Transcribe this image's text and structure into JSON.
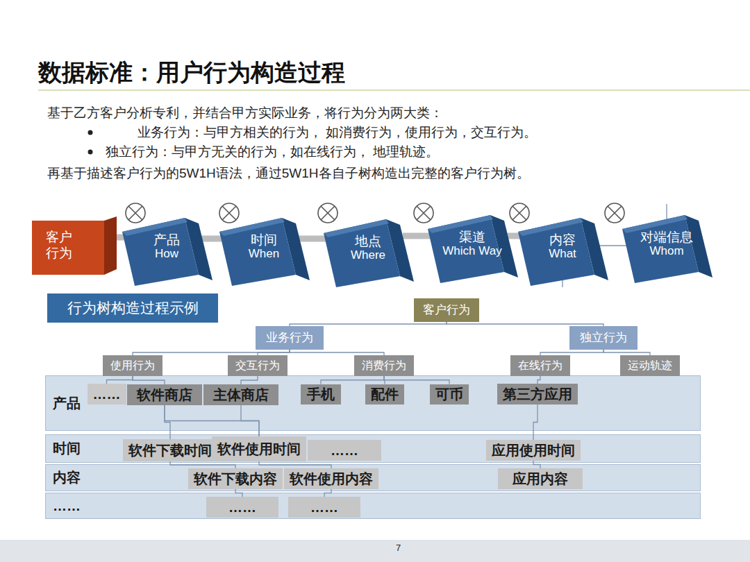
{
  "diagram": {
    "title": "数据标准：用户行为构造过程",
    "nodes": [
      {
        "text": [
          "客户行为"
        ]
      },
      {
        "text": [
          "产品",
          "How"
        ]
      },
      {
        "text": [
          "时间",
          "When"
        ]
      },
      {
        "text": [
          "地点",
          "Where"
        ]
      },
      {
        "text": [
          "渠道",
          "Which Way"
        ]
      },
      {
        "text": [
          "内容",
          "What"
        ]
      },
      {
        "text": [
          "对端信息",
          "Whom"
        ]
      },
      {
        "text": [
          "行为树构造过程示例"
        ]
      },
      {
        "text": [
          "客户行为"
        ]
      },
      {
        "text": [
          "业务行为"
        ]
      },
      {
        "text": [
          "独立行为"
        ]
      },
      {
        "text": [
          "使用行为"
        ]
      },
      {
        "text": [
          "交互行为"
        ]
      },
      {
        "text": [
          "消费行为"
        ]
      },
      {
        "text": [
          "在线行为"
        ]
      },
      {
        "text": [
          "运动轨迹"
        ]
      },
      {
        "text": [
          "产品"
        ]
      },
      {
        "text": [
          "……"
        ],
        "in": 16
      },
      {
        "text": [
          "软件商店"
        ],
        "in": 16
      },
      {
        "text": [
          "主体商店"
        ],
        "in": 16
      },
      {
        "text": [
          "手机"
        ],
        "in": 16
      },
      {
        "text": [
          "配件"
        ],
        "in": 16
      },
      {
        "text": [
          "可币"
        ],
        "in": 16
      },
      {
        "text": [
          "第三方应用"
        ],
        "in": 16
      },
      {
        "text": [
          "时间"
        ]
      },
      {
        "text": [
          "软件下载时间"
        ],
        "in": 24
      },
      {
        "text": [
          "软件使用时间"
        ],
        "in": 24
      },
      {
        "text": [
          "……"
        ],
        "in": 24
      },
      {
        "text": [
          "应用使用时间"
        ],
        "in": 24
      },
      {
        "text": [
          "内容"
        ]
      },
      {
        "text": [
          "软件下载内容"
        ],
        "in": 29
      },
      {
        "text": [
          "软件使用内容"
        ],
        "in": 29
      },
      {
        "text": [
          "应用内容"
        ],
        "in": 29
      },
      {
        "text": [
          "……"
        ]
      },
      {
        "text": [
          "……"
        ],
        "in": 33
      },
      {
        "text": [
          "……"
        ],
        "in": 33
      }
    ],
    "edges": [
      {
        "from": 0,
        "to": 1,
        "arrow": "none"
      },
      {
        "from": 1,
        "to": 2,
        "arrow": "none"
      },
      {
        "from": 2,
        "to": 3,
        "arrow": "none"
      },
      {
        "from": 3,
        "to": 4,
        "arrow": "none"
      },
      {
        "from": 4,
        "to": 5,
        "arrow": "none"
      },
      {
        "from": 5,
        "to": 6,
        "arrow": "none"
      },
      {
        "from": 8,
        "to": 9,
        "arrow": "none"
      },
      {
        "from": 8,
        "to": 10,
        "arrow": "none"
      },
      {
        "from": 9,
        "to": 11,
        "arrow": "none"
      },
      {
        "from": 9,
        "to": 12,
        "arrow": "none"
      },
      {
        "from": 9,
        "to": 13,
        "arrow": "none"
      },
      {
        "from": 10,
        "to": 14,
        "arrow": "none"
      },
      {
        "from": 10,
        "to": 15,
        "arrow": "none"
      },
      {
        "from": 11,
        "to": 17,
        "arrow": "none"
      },
      {
        "from": 11,
        "to": 18,
        "arrow": "none"
      },
      {
        "from": 12,
        "to": 19,
        "arrow": "none"
      },
      {
        "from": 13,
        "to": 20,
        "arrow": "none"
      },
      {
        "from": 13,
        "to": 21,
        "arrow": "none"
      },
      {
        "from": 13,
        "to": 22,
        "arrow": "none"
      },
      {
        "from": 14,
        "to": 23,
        "arrow": "none"
      },
      {
        "from": 18,
        "to": 25,
        "arrow": "none"
      },
      {
        "from": 18,
        "to": 26,
        "arrow": "none"
      },
      {
        "from": 19,
        "to": 26,
        "arrow": "none"
      },
      {
        "from": 23,
        "to": 28,
        "arrow": "none"
      },
      {
        "from": 25,
        "to": 30,
        "arrow": "none"
      },
      {
        "from": 26,
        "to": 31,
        "arrow": "none"
      },
      {
        "from": 28,
        "to": 32,
        "arrow": "none"
      },
      {
        "from": 30,
        "to": 34,
        "arrow": "none"
      },
      {
        "from": 31,
        "to": 35,
        "arrow": "none"
      }
    ],
    "labels": [
      "基于乙方客户分析专利，并结合甲方实际业务，将行为分为两大类：",
      "业务行为：与甲方相关的行为， 如消费行为，使用行为，交互行为。",
      "独立行为：与甲方无关的行为，如在线行为， 地理轨迹。",
      "再基于描述客户行为的5W1H语法，通过5W1H各自子树构造出完整的客户行为树。",
      "7"
    ]
  }
}
